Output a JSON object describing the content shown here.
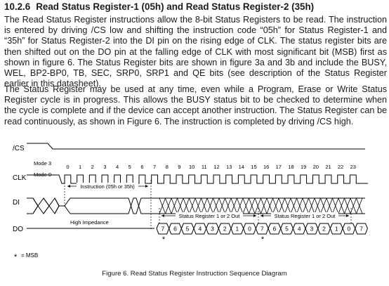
{
  "section": {
    "number": "10.2.6",
    "title": "Read Status Register-1 (05h) and Read Status Register-2 (35h)"
  },
  "paragraphs": [
    "The Read Status Register instructions allow the 8-bit Status Registers to be read. The instruction is entered by driving /CS low and shifting the instruction code “05h” for Status Register-1 and “35h” for Status Register-2 into the DI pin on the rising edge of CLK. The status register bits are then shifted out on the DO pin at the falling edge of CLK with most significant bit (MSB) first as shown in figure 6. The Status Register bits are shown in figure 3a and 3b and include the BUSY, WEL, BP2-BP0, TB, SEC, SRP0, SRP1 and QE bits (see description of the Status Register earlier in this datasheet).",
    "The Status Register may be used at any time, even while a Program, Erase or Write Status Register cycle is in progress. This allows the BUSY status bit to be checked to determine when the cycle is complete and if the device can accept another instruction. The Status Register can be read continuously, as shown in Figure 6. The instruction is completed by driving /CS high."
  ],
  "figure": {
    "signals": [
      "/CS",
      "CLK",
      "DI",
      "DO"
    ],
    "mode3": "Mode 3",
    "mode0": "Mode 0",
    "clock_numbers": [
      "0",
      "1",
      "2",
      "3",
      "4",
      "5",
      "6",
      "7",
      "8",
      "9",
      "10",
      "11",
      "12",
      "13",
      "14",
      "15",
      "16",
      "17",
      "18",
      "19",
      "20",
      "21",
      "22",
      "23"
    ],
    "instruction_label": "Instruction (05h or 35h)",
    "sr_label": "Status Register 1 or 2 Out",
    "high_impedance": "High Impedance",
    "do_bits": [
      "7",
      "6",
      "5",
      "4",
      "3",
      "2",
      "1",
      "0",
      "7",
      "6",
      "5",
      "4",
      "3",
      "2",
      "1",
      "0",
      "7"
    ],
    "msb_marker": "*",
    "legend_star": "*",
    "legend_text": "= MSB",
    "caption": "Figure 6. Read Status Register Instruction Sequence Diagram"
  }
}
